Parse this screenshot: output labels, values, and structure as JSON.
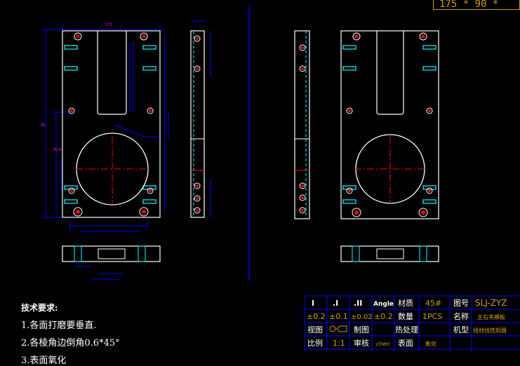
{
  "top_dim_box": "175 * 90 *",
  "notes": {
    "title": "技术要求:",
    "lines": [
      "1.各面打磨要垂直.",
      "2.各棱角边倒角0.6*45°",
      "3.表面氧化"
    ]
  },
  "title_block": {
    "row1": [
      "I",
      ".I",
      ".II",
      "Angle",
      "材质",
      "45#",
      "图号",
      "SLJ-ZYZ"
    ],
    "row2": [
      "±0.2",
      "±0.1",
      "±0.02",
      "±0.2",
      "数量",
      "1PCS",
      "名称",
      "主右夹模板"
    ],
    "row3": [
      "视图",
      "",
      "制图",
      "",
      "热处理",
      "",
      "机型",
      "线材线铣刻器"
    ],
    "row4": [
      "比例",
      "1:1",
      "审核",
      "chen",
      "表面",
      "氧化",
      "",
      ""
    ]
  },
  "colors": {
    "cad_white": "#ffffff",
    "cad_blue": "#0000ff",
    "cad_cyan": "#00ffff",
    "cad_red": "#ff0000",
    "cad_yellow": "#c8a000",
    "cad_magenta": "#ff00ff"
  }
}
